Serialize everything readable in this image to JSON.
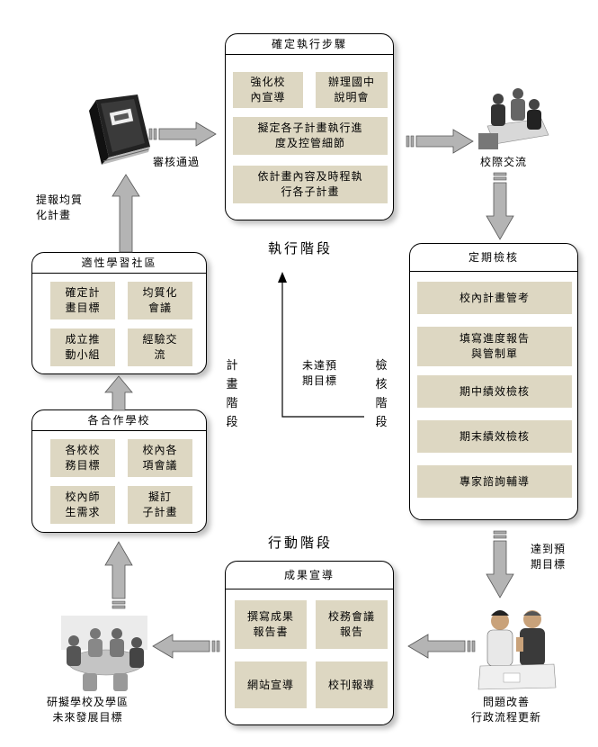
{
  "top_box": {
    "title": "確定執行步驟",
    "tiles": [
      "強化校\n內宣導",
      "辦理國中\n說明會",
      "擬定各子計畫執行進\n度及控管細節",
      "依計畫內容及時程執\n行各子計畫"
    ]
  },
  "right_box": {
    "title": "定期檢核",
    "tiles": [
      "校內計畫管考",
      "填寫進度報告\n與管制單",
      "期中績效檢核",
      "期末績效檢核",
      "專家諮詢輔導"
    ]
  },
  "bottom_box": {
    "title": "成果宣導",
    "tiles": [
      "撰寫成果\n報告書",
      "校務會議\n報告",
      "網站宣導",
      "校刊報導"
    ]
  },
  "left_top_box": {
    "title": "適性學習社區",
    "tiles": [
      "確定計\n畫目標",
      "均質化\n會議",
      "成立推\n動小組",
      "經驗交\n流"
    ]
  },
  "left_bottom_box": {
    "title": "各合作學校",
    "tiles": [
      "各校校\n務目標",
      "校內各\n項會議",
      "校內師\n生需求",
      "擬訂\n子計畫"
    ]
  },
  "labels": {
    "review_pass": "審核通過",
    "submit_plan": "提報均質\n化計畫",
    "school_exchange": "校際交流",
    "reach_goal": "達到預\n期目標",
    "problem_improve": "問題改善\n行政流程更新",
    "draft_goals": "研擬學校及學區\n未來發展目標",
    "not_reach": "未達預\n期目標"
  },
  "stages": {
    "execute": "執行階段",
    "action": "行動階段",
    "plan": "計畫階段",
    "check": "檢核階段"
  }
}
